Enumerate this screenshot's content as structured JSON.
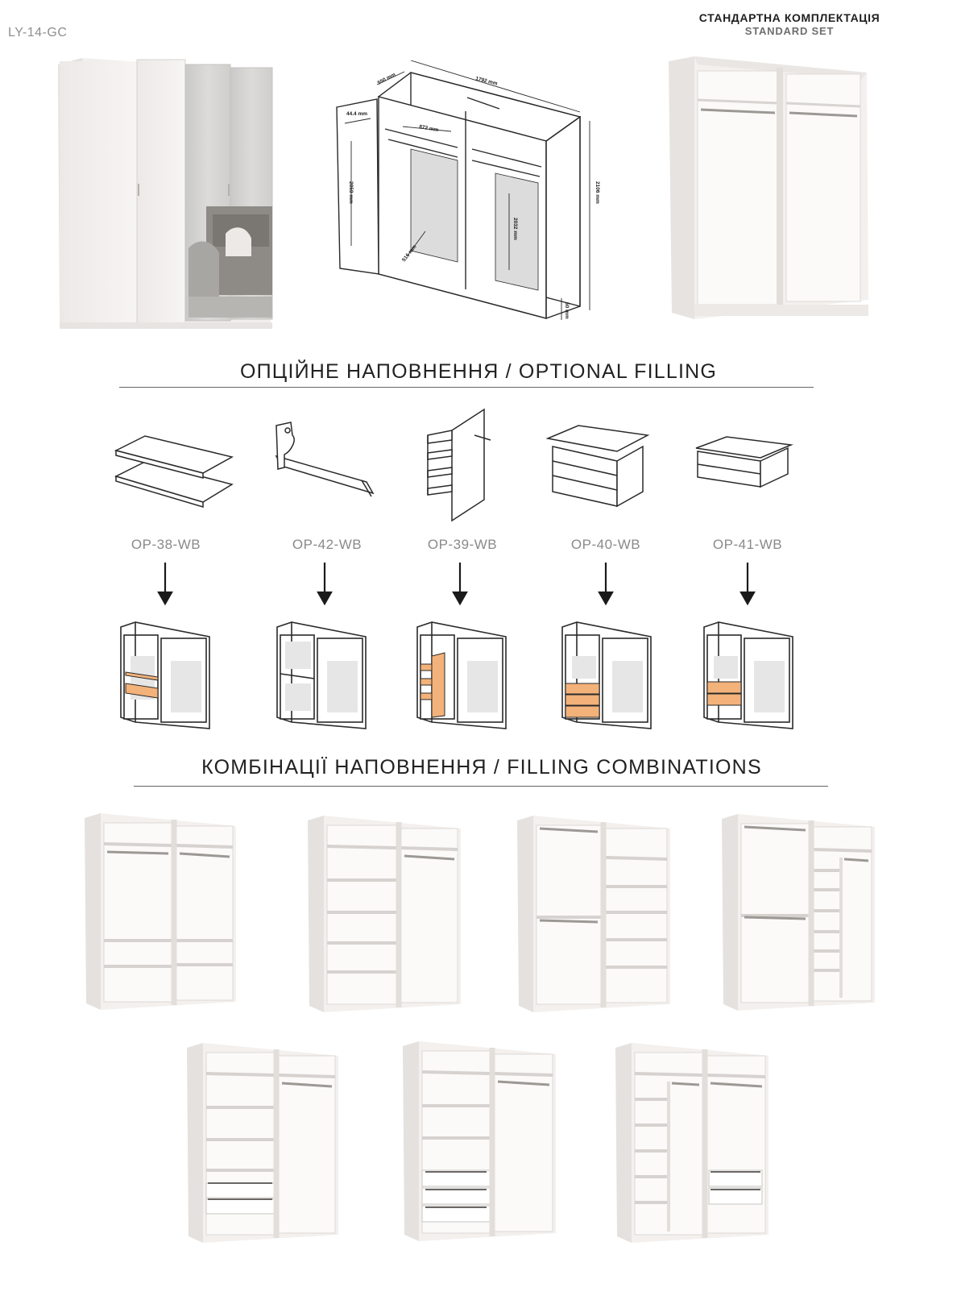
{
  "header": {
    "product_code": "LY-14-GC",
    "standard_set_ua": "СТАНДАРТНА КОМПЛЕКТАЦІЯ",
    "standard_set_en": "STANDARD SET"
  },
  "dimensions": {
    "width": "1792 mm",
    "depth": "550 mm",
    "height": "2106 mm",
    "door_gap": "44.4 mm",
    "inner_width": "872 mm",
    "door_height": "2059 mm",
    "inner_height": "2032 mm",
    "inner_depth": "516 mm",
    "plinth": "50 mm"
  },
  "optional_filling": {
    "title": "ОПЦІЙНЕ НАПОВНЕННЯ / OPTIONAL FILLING",
    "items": [
      {
        "code": "OP-38-WB"
      },
      {
        "code": "OP-42-WB"
      },
      {
        "code": "OP-39-WB"
      },
      {
        "code": "OP-40-WB"
      },
      {
        "code": "OP-41-WB"
      }
    ]
  },
  "combinations": {
    "title": "КОМБІНАЦІЇ НАПОВНЕННЯ / FILLING COMBINATIONS"
  },
  "colors": {
    "accent_orange": "#f3b27a",
    "panel": "#f6f4f2",
    "line": "#3a3a3a"
  }
}
